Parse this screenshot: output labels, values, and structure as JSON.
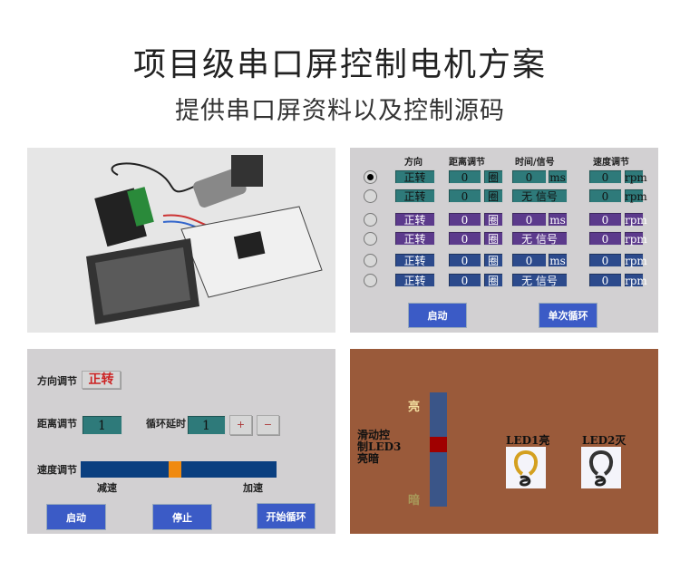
{
  "header": {
    "title": "项目级串口屏控制电机方案",
    "subtitle": "提供串口屏资料以及控制源码"
  },
  "panel_table": {
    "headers": [
      "方向",
      "距离调节",
      "时间/信号",
      "速度调节"
    ],
    "rows": [
      {
        "selected": true,
        "direction": "正转",
        "distance": "0",
        "distance_unit": "圈",
        "time": "0",
        "time_unit": "ms",
        "speed": "0",
        "speed_unit": "rpm",
        "color": "teal"
      },
      {
        "selected": false,
        "direction": "正转",
        "distance": "0",
        "distance_unit": "圈",
        "signal": "无 信号",
        "speed": "0",
        "speed_unit": "rpm",
        "color": "teal"
      },
      {
        "selected": false,
        "direction": "正转",
        "distance": "0",
        "distance_unit": "圈",
        "time": "0",
        "time_unit": "ms",
        "speed": "0",
        "speed_unit": "rpm",
        "color": "purple"
      },
      {
        "selected": false,
        "direction": "正转",
        "distance": "0",
        "distance_unit": "圈",
        "signal": "无 信号",
        "speed": "0",
        "speed_unit": "rpm",
        "color": "purple"
      },
      {
        "selected": false,
        "direction": "正转",
        "distance": "0",
        "distance_unit": "圈",
        "time": "0",
        "time_unit": "ms",
        "speed": "0",
        "speed_unit": "rpm",
        "color": "blue"
      },
      {
        "selected": false,
        "direction": "正转",
        "distance": "0",
        "distance_unit": "圈",
        "signal": "无 信号",
        "speed": "0",
        "speed_unit": "rpm",
        "color": "blue"
      }
    ],
    "start_label": "启动",
    "single_cycle_label": "单次循环"
  },
  "panel_control": {
    "direction_label": "方向调节",
    "direction_value": "正转",
    "distance_label": "距离调节",
    "distance_value": "1",
    "delay_label": "循环延时",
    "delay_value": "1",
    "plus": "+",
    "minus": "−",
    "speed_label": "速度调节",
    "speed_fraction": 0.48,
    "slow_label": "减速",
    "fast_label": "加速",
    "start_label": "启动",
    "stop_label": "停止",
    "cycle_label": "开始循环"
  },
  "panel_led": {
    "desc_lines": [
      "滑动控",
      "制LED3",
      "亮暗"
    ],
    "bright_label": "亮",
    "dark_label": "暗",
    "led3_level": 0.55,
    "led1_label": "LED1亮",
    "led2_label": "LED2灭"
  },
  "colors": {
    "teal": "#2e7a7a",
    "purple": "#5c3a8c",
    "blue": "#2c4a8c",
    "accent": "#3b5bc6",
    "led_bg": "#9a5a3a"
  }
}
